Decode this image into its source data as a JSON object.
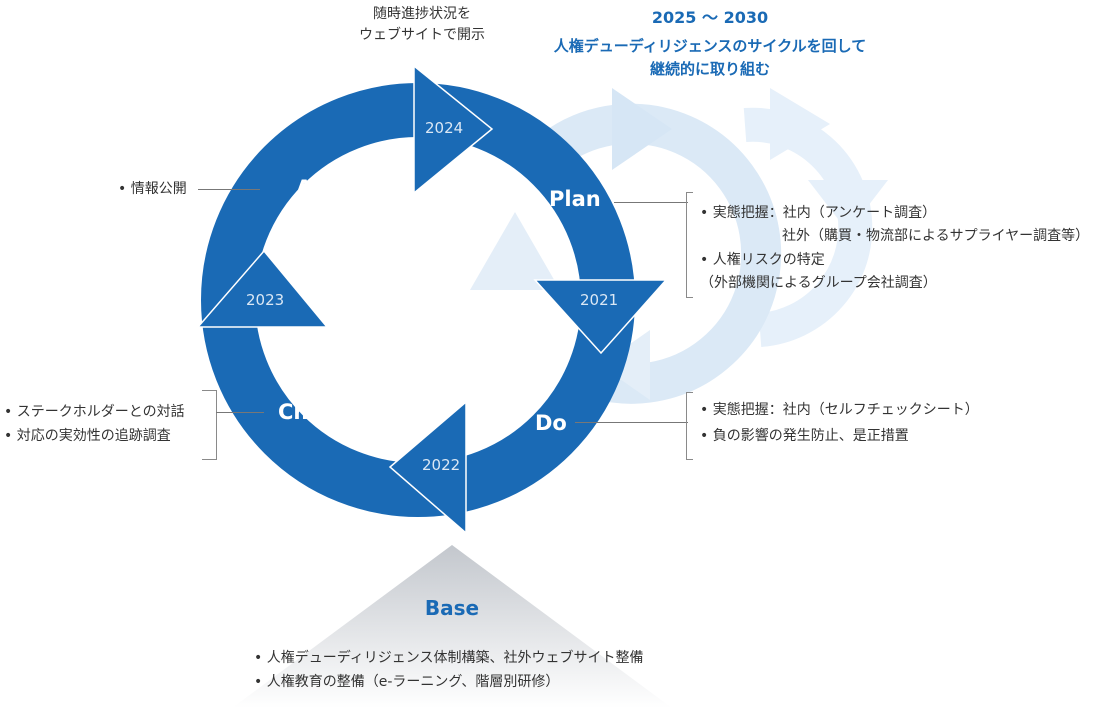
{
  "website_note": [
    "随時進捗状況を",
    "ウェブサイトで開示"
  ],
  "future": {
    "period": "2025 〜 2030",
    "line1": "人権デューディリジェンスのサイクルを回して",
    "line2": "継続的に取り組む"
  },
  "phases": {
    "act": "Act",
    "plan": "Plan",
    "do": "Do",
    "check": "Check"
  },
  "years": {
    "y2024": "2024",
    "y2021": "2021",
    "y2022": "2022",
    "y2023": "2023"
  },
  "act_items": [
    "• 情報公開"
  ],
  "plan_items": [
    "• 実態把握：社内（アンケート調査）",
    "社外（購買・物流部によるサプライヤー調査等）",
    "• 人権リスクの特定",
    "（外部機関によるグループ会社調査）"
  ],
  "do_items": [
    "• 実態把握：社内（セルフチェックシート）",
    "• 負の影響の発生防止、是正措置"
  ],
  "check_items": [
    "• ステークホルダーとの対話",
    "• 対応の実効性の追跡調査"
  ],
  "base": {
    "title": "Base",
    "items": [
      "• 人権デューディリジェンス体制構築、社外ウェブサイト整備",
      "• 人権教育の整備（e-ラーニング、階層別研修）"
    ]
  },
  "colors": {
    "main_blue": "#1a6ab5",
    "light_blue": "#cfe1f3",
    "label_text": "#333333"
  }
}
